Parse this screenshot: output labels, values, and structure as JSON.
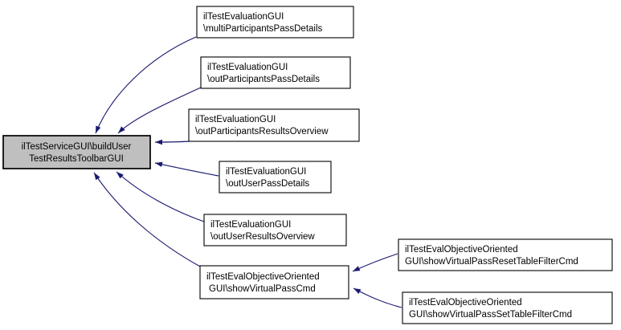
{
  "diagram": {
    "type": "caller-graph",
    "background_color": "#ffffff",
    "edge_color": "#191970",
    "node_fill": "#ffffff",
    "node_border_color": "#000000",
    "main_node_fill": "#bfbfbf",
    "text_color": "#000000",
    "nodes": {
      "main": {
        "line1": "ilTestServiceGUI\\buildUser",
        "line2": "TestResultsToolbarGUI"
      },
      "multiParticipantsPassDetails": {
        "line1": "ilTestEvaluationGUI",
        "line2": "\\multiParticipantsPassDetails"
      },
      "outParticipantsPassDetails": {
        "line1": "ilTestEvaluationGUI",
        "line2": "\\outParticipantsPassDetails"
      },
      "outParticipantsResultsOverview": {
        "line1": "ilTestEvaluationGUI",
        "line2": "\\outParticipantsResultsOverview"
      },
      "outUserPassDetails": {
        "line1": "ilTestEvaluationGUI",
        "line2": "\\outUserPassDetails"
      },
      "outUserResultsOverview": {
        "line1": "ilTestEvaluationGUI",
        "line2": "\\outUserResultsOverview"
      },
      "showVirtualPassCmd": {
        "line1": "ilTestEvalObjectiveOriented",
        "line2": "GUI\\showVirtualPassCmd"
      },
      "showVirtualPassResetTableFilterCmd": {
        "line1": "ilTestEvalObjectiveOriented",
        "line2": "GUI\\showVirtualPassResetTableFilterCmd"
      },
      "showVirtualPassSetTableFilterCmd": {
        "line1": "ilTestEvalObjectiveOriented",
        "line2": "GUI\\showVirtualPassSetTableFilterCmd"
      }
    },
    "edges": [
      {
        "from": "multiParticipantsPassDetails",
        "to": "main"
      },
      {
        "from": "outParticipantsPassDetails",
        "to": "main"
      },
      {
        "from": "outParticipantsResultsOverview",
        "to": "main"
      },
      {
        "from": "outUserPassDetails",
        "to": "main"
      },
      {
        "from": "outUserResultsOverview",
        "to": "main"
      },
      {
        "from": "showVirtualPassCmd",
        "to": "main"
      },
      {
        "from": "showVirtualPassResetTableFilterCmd",
        "to": "showVirtualPassCmd"
      },
      {
        "from": "showVirtualPassSetTableFilterCmd",
        "to": "showVirtualPassCmd"
      }
    ]
  }
}
